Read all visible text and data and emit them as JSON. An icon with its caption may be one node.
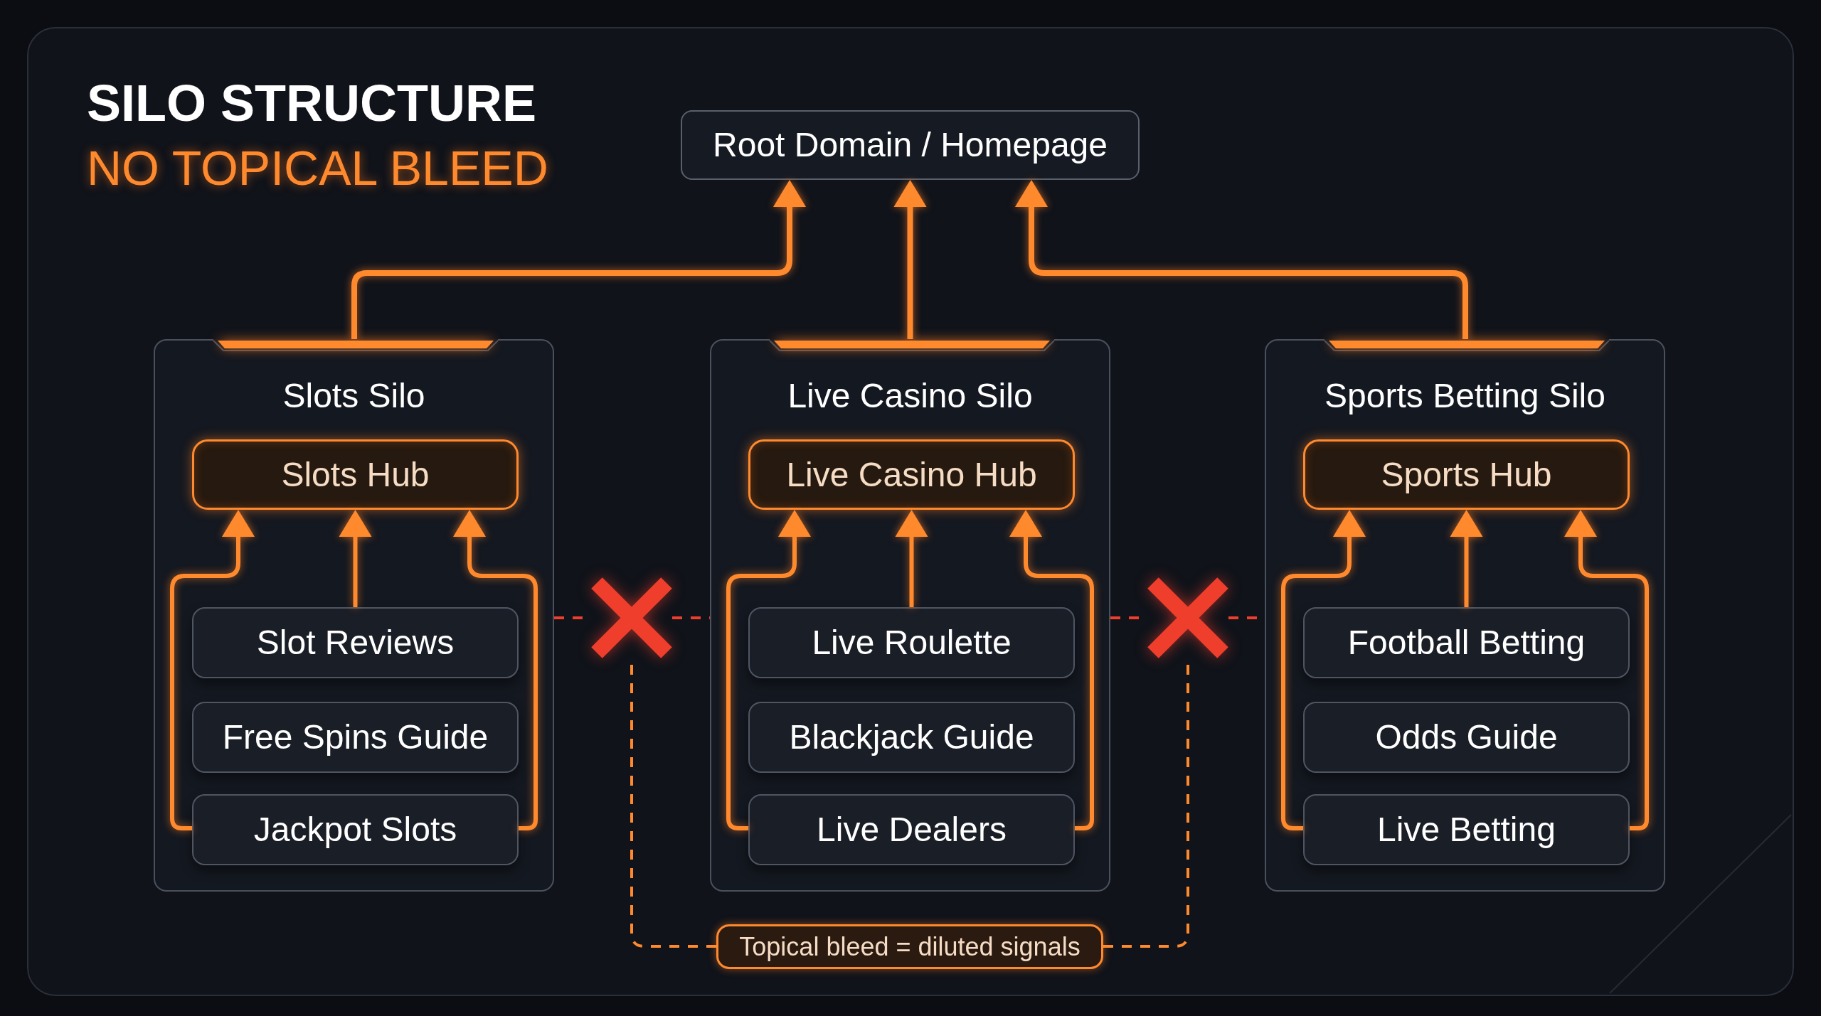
{
  "diagram": {
    "title": "SILO STRUCTURE",
    "nodes": [
      {
        "text": [
          "Root Domain / Homepage"
        ]
      },
      {
        "text": [
          "Slots Silo"
        ]
      },
      {
        "text": [
          "Slots Hub"
        ],
        "in": 1
      },
      {
        "text": [
          "Slot Reviews"
        ],
        "in": 1
      },
      {
        "text": [
          "Free Spins Guide"
        ],
        "in": 1
      },
      {
        "text": [
          "Jackpot Slots"
        ],
        "in": 1
      },
      {
        "text": [
          "Live Casino Silo"
        ]
      },
      {
        "text": [
          "Live Casino Hub"
        ],
        "in": 6
      },
      {
        "text": [
          "Live Roulette"
        ],
        "in": 6
      },
      {
        "text": [
          "Blackjack Guide"
        ],
        "in": 6
      },
      {
        "text": [
          "Live Dealers"
        ],
        "in": 6
      },
      {
        "text": [
          "Sports Betting Silo"
        ]
      },
      {
        "text": [
          "Sports Hub"
        ],
        "in": 11
      },
      {
        "text": [
          "Football Betting"
        ],
        "in": 11
      },
      {
        "text": [
          "Odds Guide"
        ],
        "in": 11
      },
      {
        "text": [
          "Live Betting"
        ],
        "in": 11
      },
      {
        "text": [],
        "shape": "cross"
      },
      {
        "text": [],
        "shape": "cross"
      },
      {
        "text": [
          "Topical bleed = diluted signals"
        ]
      }
    ],
    "edges": [
      {
        "from": 1,
        "to": 0,
        "arrow": "to"
      },
      {
        "from": 6,
        "to": 0,
        "arrow": "to"
      },
      {
        "from": 11,
        "to": 0,
        "arrow": "to"
      },
      {
        "from": 5,
        "to": 2,
        "arrow": "to"
      },
      {
        "from": 3,
        "to": 2,
        "arrow": "to"
      },
      {
        "from": 5,
        "to": 2,
        "arrow": "to"
      },
      {
        "from": 10,
        "to": 7,
        "arrow": "to"
      },
      {
        "from": 8,
        "to": 7,
        "arrow": "to"
      },
      {
        "from": 10,
        "to": 7,
        "arrow": "to"
      },
      {
        "from": 15,
        "to": 12,
        "arrow": "to"
      },
      {
        "from": 13,
        "to": 12,
        "arrow": "to"
      },
      {
        "from": 15,
        "to": 12,
        "arrow": "to"
      },
      {
        "from": 1,
        "to": 16,
        "arrow": "none",
        "style": "dashed",
        "color": "#ef3e2c"
      },
      {
        "from": 16,
        "to": 6,
        "arrow": "none",
        "style": "dashed",
        "color": "#ef3e2c"
      },
      {
        "from": 6,
        "to": 17,
        "arrow": "none",
        "style": "dashed",
        "color": "#ef3e2c"
      },
      {
        "from": 17,
        "to": 11,
        "arrow": "none",
        "style": "dashed",
        "color": "#ef3e2c"
      },
      {
        "from": 18,
        "to": 16,
        "arrow": "none",
        "style": "dashed"
      },
      {
        "from": 18,
        "to": 17,
        "arrow": "none",
        "style": "dashed"
      }
    ],
    "labels": [
      "NO TOPICAL BLEED"
    ]
  }
}
